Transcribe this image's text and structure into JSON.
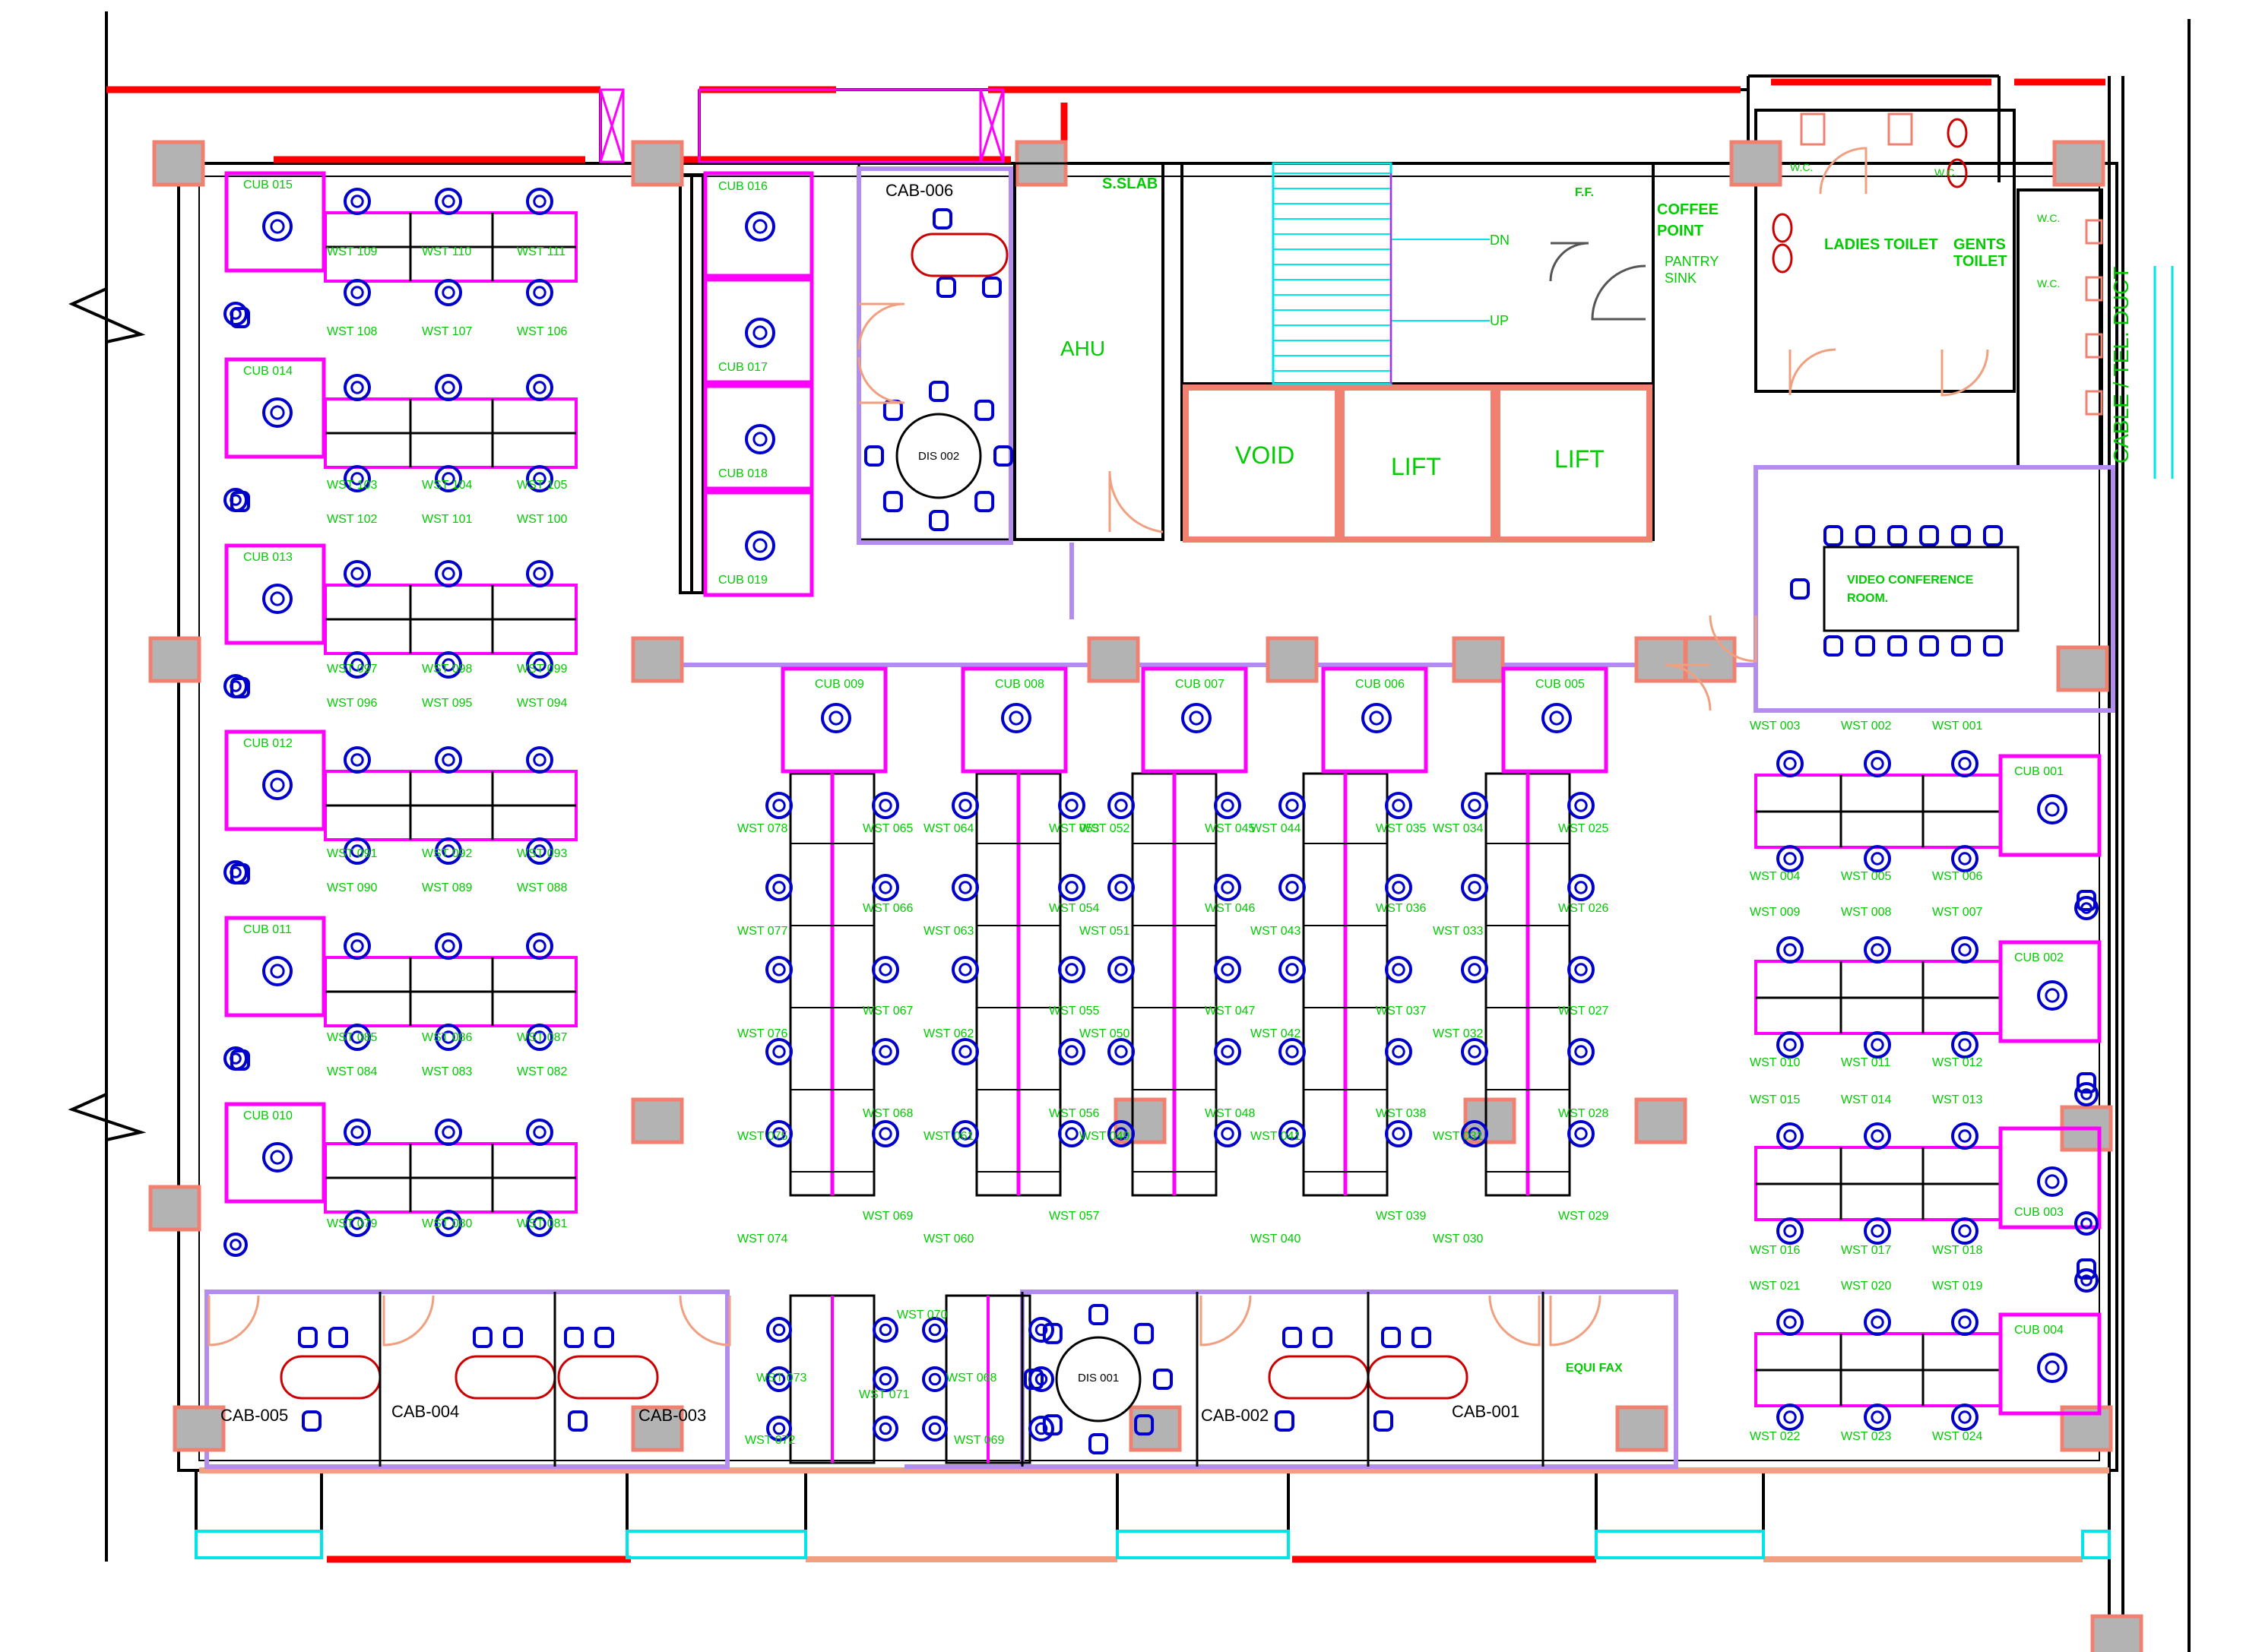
{
  "colors": {
    "wall": "#000000",
    "partition": "#ff00ff",
    "furniture": "#0000cc",
    "label": "#00cc00",
    "column_fill": "#b3b3b3",
    "column_edge": "#f08070",
    "stair": "#00e5e5",
    "lavender": "#b38cf0",
    "exterior_red": "#ff0000",
    "salmon": "#f0a080"
  },
  "rooms": {
    "ahu": "AHU",
    "s_slab": "S.SLAB",
    "void": "VOID",
    "lift_1": "LIFT",
    "lift_2": "LIFT",
    "ff": "F.F.",
    "coffee_point_1": "COFFEE",
    "coffee_point_2": "POINT",
    "pantry_sink_1": "PANTRY",
    "pantry_sink_2": "SINK",
    "ladies_toilet": "LADIES TOILET",
    "gents_toilet_1": "GENTS",
    "gents_toilet_2": "TOILET",
    "wc_1": "W.C.",
    "wc_2": "W.C.",
    "wc_3": "W.C.",
    "wc_4": "W.C.",
    "cable_duct": "CABLE / TEL. DUCT",
    "video_conf_1": "VIDEO CONFERENCE",
    "video_conf_2": "ROOM.",
    "equi_fax": "EQUI FAX",
    "stair_dn": "DN",
    "stair_up": "UP"
  },
  "cabins": [
    "CAB-006",
    "CAB-005",
    "CAB-004",
    "CAB-003",
    "CAB-002",
    "CAB-001"
  ],
  "discussion": [
    "DIS 002",
    "DIS 001"
  ],
  "cubicles": [
    "CUB 015",
    "CUB 014",
    "CUB 013",
    "CUB 012",
    "CUB 011",
    "CUB 010",
    "CUB 016",
    "CUB 017",
    "CUB 018",
    "CUB 019",
    "CUB 009",
    "CUB 008",
    "CUB 007",
    "CUB 006",
    "CUB 005",
    "CUB 001",
    "CUB 002",
    "CUB 003",
    "CUB 004"
  ],
  "workstations": {
    "left_block": [
      "WST 109",
      "WST 110",
      "WST 111",
      "WST 108",
      "WST 107",
      "WST 106",
      "WST 103",
      "WST 104",
      "WST 105",
      "WST 102",
      "WST 101",
      "WST 100",
      "WST 097",
      "WST 098",
      "WST 099",
      "WST 096",
      "WST 095",
      "WST 094",
      "WST 091",
      "WST 092",
      "WST 093",
      "WST 090",
      "WST 089",
      "WST 088",
      "WST 085",
      "WST 086",
      "WST 087",
      "WST 084",
      "WST 083",
      "WST 082",
      "WST 079",
      "WST 080",
      "WST 081"
    ],
    "center_block": [
      "WST 078",
      "WST 065",
      "WST 077",
      "WST 066",
      "WST 076",
      "WST 067",
      "WST 075",
      "WST 068",
      "WST 074",
      "WST 069",
      "WST 064",
      "WST 053",
      "WST 063",
      "WST 054",
      "WST 062",
      "WST 055",
      "WST 061",
      "WST 056",
      "WST 060",
      "WST 057",
      "WST 052",
      "WST 045",
      "WST 051",
      "WST 046",
      "WST 050",
      "WST 047",
      "WST 049",
      "WST 048",
      "WST 044",
      "WST 035",
      "WST 043",
      "WST 036",
      "WST 042",
      "WST 037",
      "WST 041",
      "WST 038",
      "WST 040",
      "WST 039",
      "WST 034",
      "WST 025",
      "WST 033",
      "WST 026",
      "WST 032",
      "WST 027",
      "WST 031",
      "WST 028",
      "WST 030",
      "WST 029"
    ],
    "right_block": [
      "WST 003",
      "WST 002",
      "WST 001",
      "WST 004",
      "WST 005",
      "WST 006",
      "WST 009",
      "WST 008",
      "WST 007",
      "WST 010",
      "WST 011",
      "WST 012",
      "WST 015",
      "WST 014",
      "WST 013",
      "WST 016",
      "WST 017",
      "WST 018",
      "WST 021",
      "WST 020",
      "WST 019",
      "WST 022",
      "WST 023",
      "WST 024"
    ],
    "bottom_block": [
      "WST 070",
      "WST 073",
      "WST 071",
      "WST 068",
      "WST 072",
      "WST 069"
    ]
  }
}
